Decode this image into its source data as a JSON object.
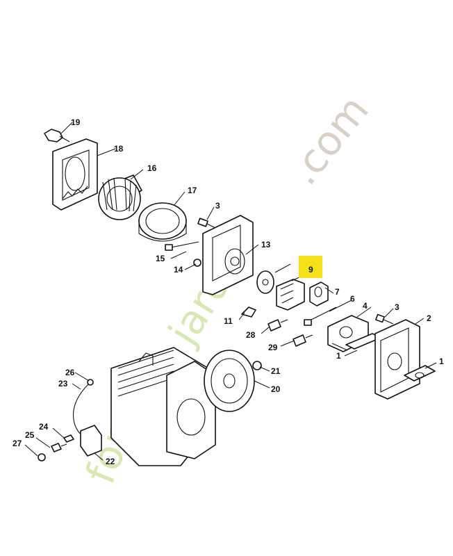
{
  "watermark": {
    "part1": "fore",
    "part2": "t",
    "part3": "jardin",
    "part4": ".com"
  },
  "highlight_color": "#f5e01a",
  "callouts": {
    "c1a": "1",
    "c1b": "1",
    "c2": "2",
    "c3a": "3",
    "c3b": "3",
    "c4": "4",
    "c6": "6",
    "c7": "7",
    "c9": "9",
    "c11": "11",
    "c13": "13",
    "c14": "14",
    "c15": "15",
    "c16": "16",
    "c17": "17",
    "c18": "18",
    "c19": "19",
    "c20": "20",
    "c21": "21",
    "c22": "22",
    "c23": "23",
    "c24": "24",
    "c25": "25",
    "c26": "26",
    "c27": "27",
    "c28": "28",
    "c29": "29"
  }
}
